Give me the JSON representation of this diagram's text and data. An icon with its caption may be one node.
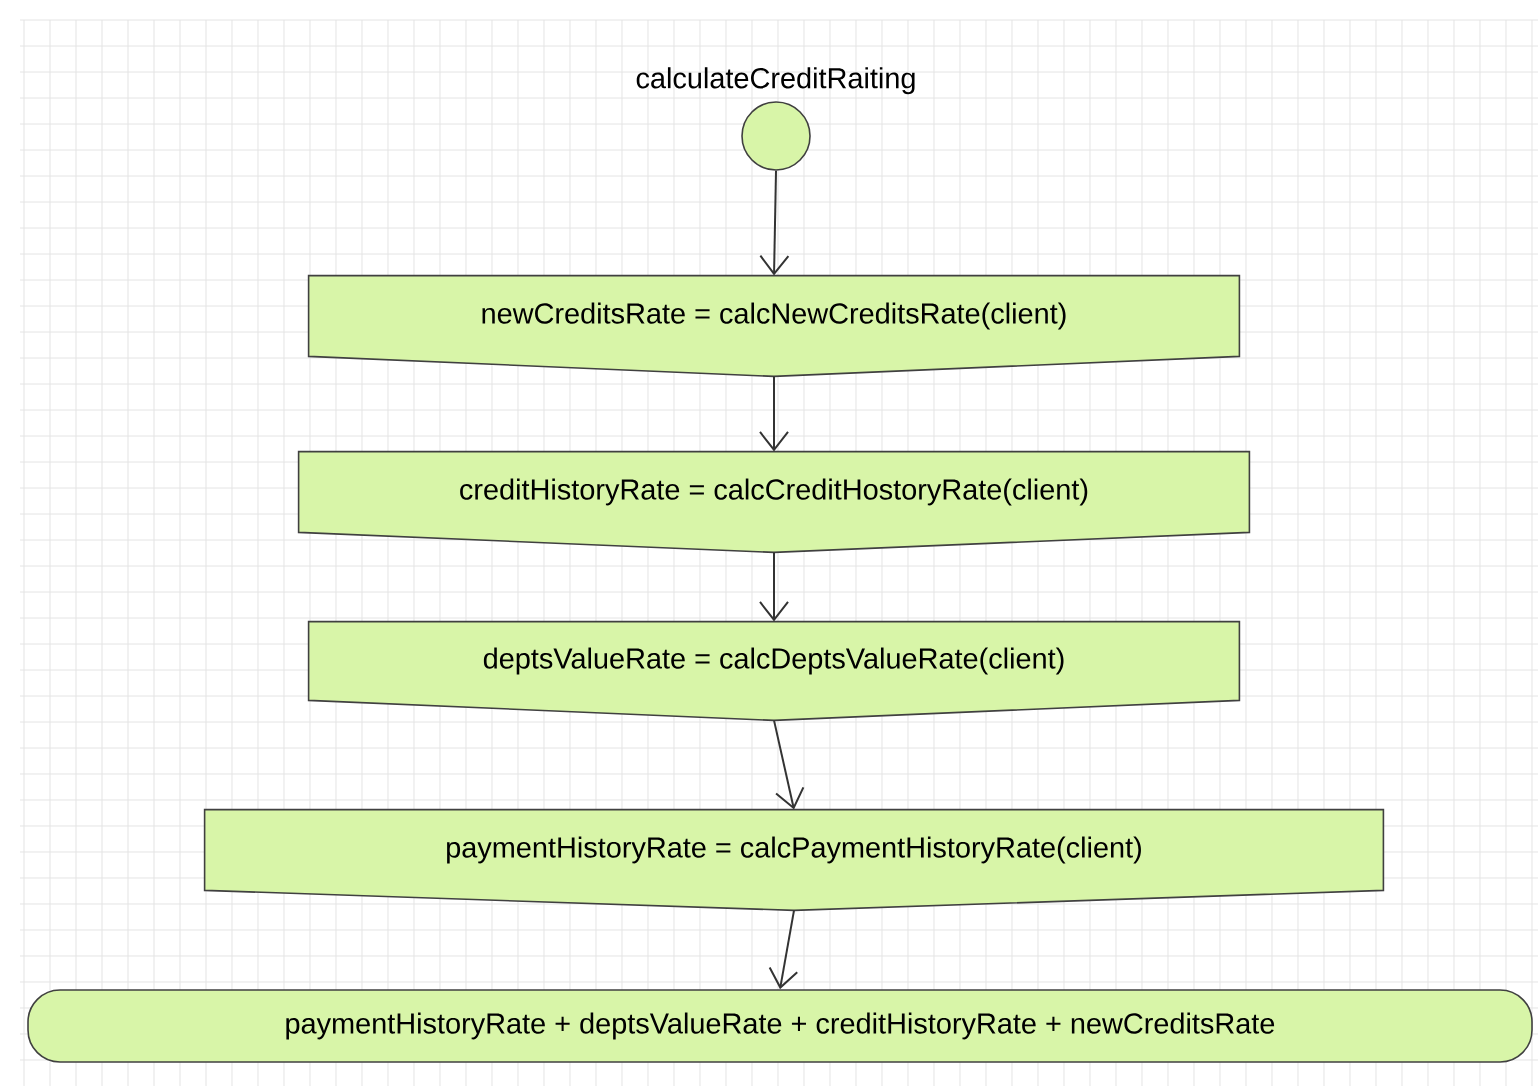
{
  "diagram": {
    "nodes": [
      {
        "text": [
          "calculateCreditRaiting"
        ]
      },
      {
        "text": [
          "newCreditsRate = calcNewCreditsRate(client)"
        ]
      },
      {
        "text": [
          "creditHistoryRate = calcCreditHostoryRate(client)"
        ]
      },
      {
        "text": [
          "deptsValueRate = calcDeptsValueRate(client)"
        ]
      },
      {
        "text": [
          "paymentHistoryRate = calcPaymentHistoryRate(client)"
        ]
      },
      {
        "text": [
          "paymentHistoryRate + deptsValueRate + creditHistoryRate + newCreditsRate"
        ]
      }
    ],
    "edges": [
      {
        "from": 0,
        "to": 1,
        "arrow": "to"
      },
      {
        "from": 1,
        "to": 2,
        "arrow": "to"
      },
      {
        "from": 2,
        "to": 3,
        "arrow": "to"
      },
      {
        "from": 3,
        "to": 4,
        "arrow": "to"
      },
      {
        "from": 4,
        "to": 5,
        "arrow": "to"
      }
    ]
  }
}
